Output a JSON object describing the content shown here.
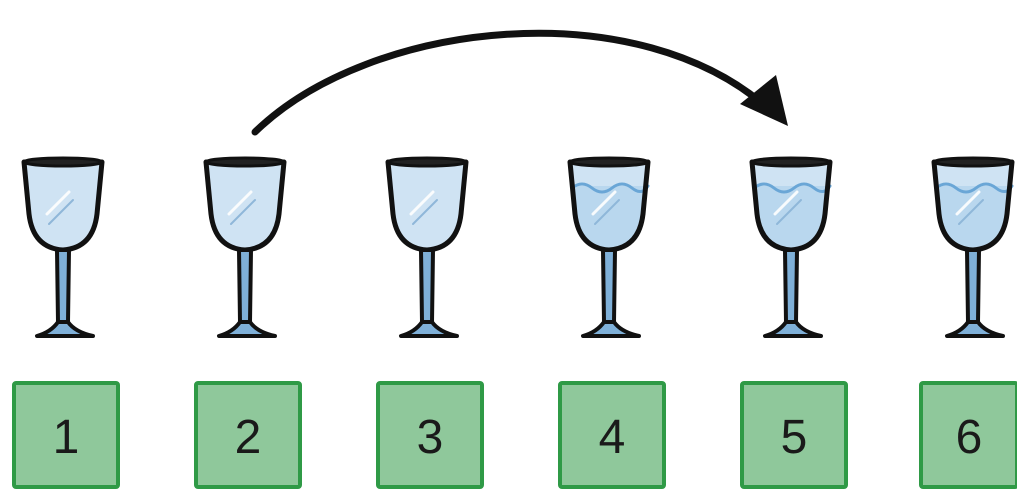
{
  "glasses": [
    {
      "label": "1",
      "state": "empty"
    },
    {
      "label": "2",
      "state": "empty"
    },
    {
      "label": "3",
      "state": "empty"
    },
    {
      "label": "4",
      "state": "full"
    },
    {
      "label": "5",
      "state": "full"
    },
    {
      "label": "6",
      "state": "full"
    }
  ],
  "move": {
    "from": "2",
    "to": "5"
  },
  "colors": {
    "box_fill": "#8fc89b",
    "box_stroke": "#2f9a46",
    "glass_outline": "#111111",
    "glass_tint": "#cfe3f3",
    "stem_color": "#7fb0d8",
    "water_line": "#6aa6d6",
    "arrow": "#111111"
  },
  "icons": {
    "glass": "wine-glass-icon",
    "arrow": "curved-arrow-icon"
  }
}
